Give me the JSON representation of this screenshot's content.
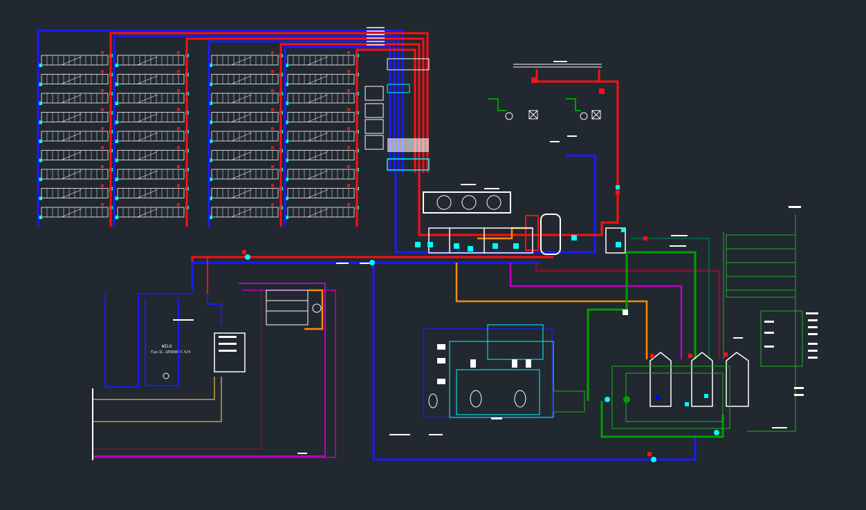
{
  "drawing": {
    "background": "#212830",
    "pump_brand": "WILO",
    "pump_model": "Tip:IL-1E5030-7.5/4"
  },
  "colors": {
    "supply": "#ff1010",
    "return": "#1a1aff",
    "cold_water": "#00a000",
    "dark_green": "#0a5a3a",
    "orange": "#ff8c00",
    "magenta": "#c000c0",
    "dark_red": "#8a1030",
    "cyan": "#00ffff",
    "white": "#ffffff",
    "yellow": "#c8a040",
    "thin_green": "#22b022"
  },
  "collector_banks": [
    {
      "name": "bank-1",
      "rows": 9
    },
    {
      "name": "bank-2",
      "rows": 9
    },
    {
      "name": "bank-3",
      "rows": 9
    },
    {
      "name": "bank-4",
      "rows": 9
    }
  ]
}
